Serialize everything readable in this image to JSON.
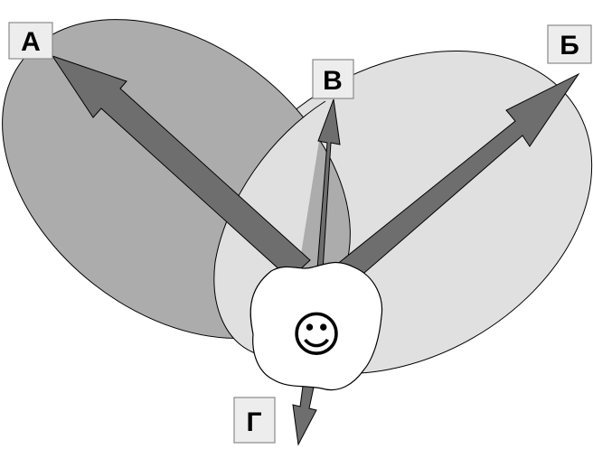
{
  "diagram": {
    "labels": {
      "a": "А",
      "b": "Б",
      "v": "В",
      "g": "Г"
    },
    "center_symbol": "☺"
  },
  "colors": {
    "left_region": "#acacac",
    "right_region": "#e0e0e0",
    "arrow": "#6e6e6e",
    "outline": "#000000",
    "center_blob": "#ffffff",
    "label_box": "#ededed"
  }
}
